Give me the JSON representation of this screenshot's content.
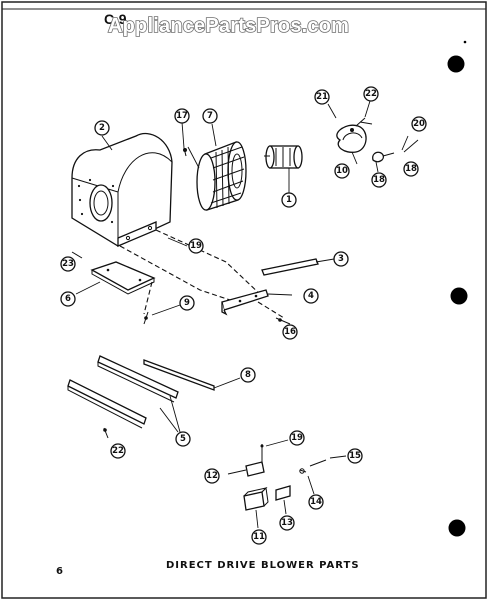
{
  "watermark": "AppliancePartsPros.com",
  "section_code": "C-9",
  "caption": "DIRECT DRIVE BLOWER PARTS",
  "page_number": "6",
  "callouts": [
    "1",
    "2",
    "3",
    "4",
    "5",
    "6",
    "7",
    "8",
    "9",
    "10",
    "11",
    "12",
    "13",
    "14",
    "15",
    "16",
    "17",
    "18",
    "19",
    "20",
    "21",
    "22"
  ],
  "binding_hole_color": "#000000"
}
